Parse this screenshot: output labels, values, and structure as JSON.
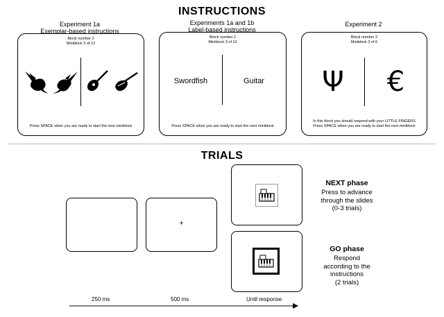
{
  "instructions": {
    "heading": "INSTRUCTIONS",
    "panels": [
      {
        "caption_line1": "Experiment 1a",
        "caption_line2": "Exemplar-based instructions",
        "block": "Block number 2",
        "miniblock": "Miniblock 3 of 12",
        "items": [
          "swordfish-image",
          "swordfish-image",
          "guitar-image",
          "guitar-image"
        ],
        "footer_line1": "Press SPACE when you are ready to start the next miniblock",
        "footer_line2": ""
      },
      {
        "caption_line1": "Experiments 1a and 1b",
        "caption_line2": "Label-based instructions",
        "block": "Block number 2",
        "miniblock": "Miniblock 3 of 12",
        "left_word": "Swordfish",
        "right_word": "Guitar",
        "footer_line1": "Press SPACE when you are ready to start the next miniblock",
        "footer_line2": ""
      },
      {
        "caption_line1": "Experiment 2",
        "caption_line2": "",
        "block": "Block number 2",
        "miniblock": "Miniblock 3 of 6",
        "left_symbol": "Ψ",
        "right_symbol": "€",
        "footer_line1": "In this block you should respond with your LITTLE FINGERS",
        "footer_line2": "Press SPACE when you are ready to start the next miniblock"
      }
    ]
  },
  "trials": {
    "heading": "TRIALS",
    "fixation": "+",
    "next_phase": {
      "title": "NEXT phase",
      "line1": "Press to advance",
      "line2": "through the slides",
      "line3": "(0-3 trials)"
    },
    "go_phase": {
      "title": "GO phase",
      "line1": "Respond",
      "line2": "according to the",
      "line3": "instructions",
      "line4": "(2 trials)"
    },
    "timeline": {
      "label1": "250 ms",
      "label2": "500 ms",
      "label3": "Until response"
    }
  },
  "colors": {
    "stroke": "#000000",
    "divider": "#bbbbbb",
    "background": "#ffffff"
  }
}
